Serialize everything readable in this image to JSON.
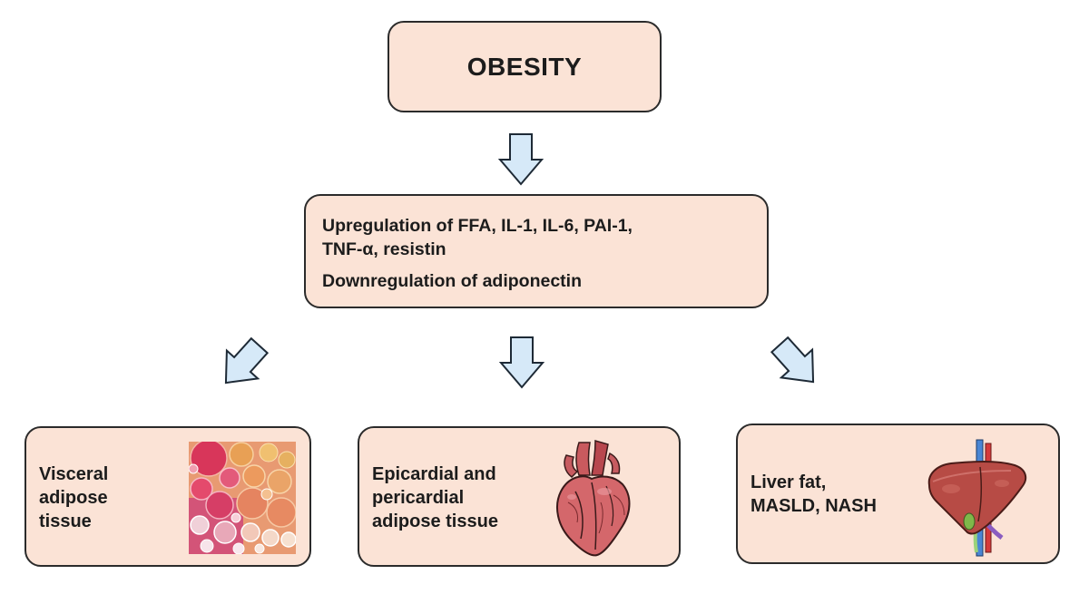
{
  "top": {
    "title": "OBESITY"
  },
  "middle": {
    "line1": "Upregulation of FFA, IL-1, IL-6, PAI-1,",
    "line2": "TNF-α, resistin",
    "line3": "Downregulation of adiponectin"
  },
  "leaves": [
    {
      "lines": [
        "Visceral",
        "adipose",
        "tissue"
      ],
      "icon": "adipose-tissue-micrograph"
    },
    {
      "lines": [
        "Epicardial and",
        "pericardial",
        "adipose tissue"
      ],
      "icon": "heart-illustration"
    },
    {
      "lines": [
        "Liver fat,",
        "MASLD, NASH"
      ],
      "icon": "liver-illustration"
    }
  ],
  "colors": {
    "box_fill": "#fbe3d6",
    "box_border": "#2b2b2b",
    "arrow_fill": "#d6e9f8",
    "arrow_stroke": "#1e2a36"
  }
}
